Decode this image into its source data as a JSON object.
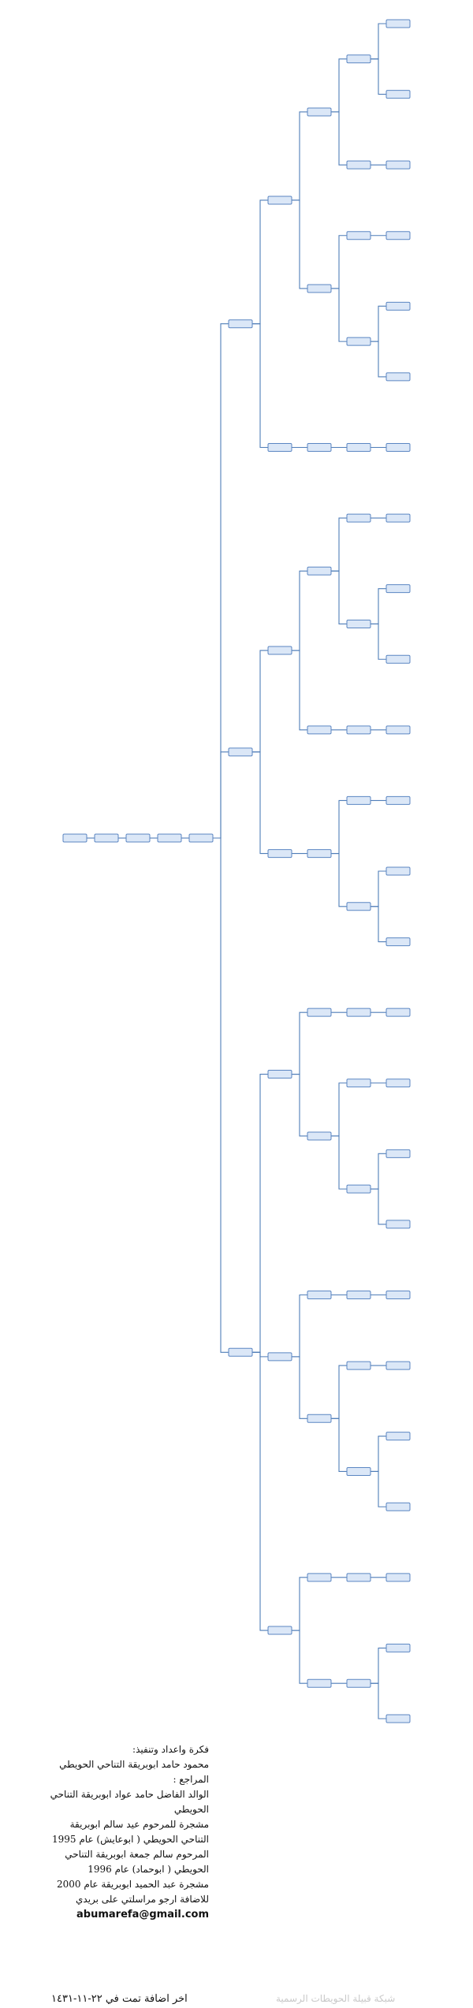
{
  "credits": {
    "heading": "فكرة واعداد وتنفيذ:",
    "author": "محمود حامد ابوبريقة التناحي الحويطي",
    "references_title": "المراجع :",
    "reference_1": "الوالد الفاضل حامد عواد ابوبريقة التناحي الحويطي",
    "reference_2": "مشجرة للمرحوم عيد سالم ابوبريقة التناحي الحويطي ( ابوعايش) عام 1995",
    "reference_3": "المرحوم سالم جمعة ابوبريقة التناحي الحويطي ( ابوحماد) عام 1996",
    "reference_4": "مشجرة عبد الحميد ابوبريقة عام 2000",
    "contact_note": "للاضافة ارجو مراسلتي على بريدي",
    "email": "abumarefa@gmail.com"
  },
  "footer_date": "اخر اضافة تمت في ٢٢-١١-١٤٣١",
  "watermark": "شبكة قبيلة الحويطات الرسمية",
  "colors": {
    "node_fill": "#dbe7f7",
    "node_stroke": "#5b86c2",
    "link": "#4f7db8"
  },
  "tree": {
    "root": "n1",
    "nodes": [
      {
        "id": "n1",
        "label": "",
        "parent": null
      },
      {
        "id": "n2",
        "label": "",
        "parent": "n1"
      },
      {
        "id": "n3",
        "label": "",
        "parent": "n2"
      },
      {
        "id": "n4",
        "label": "",
        "parent": "n3"
      },
      {
        "id": "n5",
        "label": "",
        "parent": "n4"
      },
      {
        "id": "a1",
        "label": "",
        "parent": "n5"
      },
      {
        "id": "a2",
        "label": "",
        "parent": "n5"
      },
      {
        "id": "a3",
        "label": "",
        "parent": "n5"
      },
      {
        "id": "b1",
        "label": "",
        "parent": "a1"
      },
      {
        "id": "b2",
        "label": "",
        "parent": "a1"
      },
      {
        "id": "b3",
        "label": "",
        "parent": "a2"
      },
      {
        "id": "b4",
        "label": "",
        "parent": "a2"
      },
      {
        "id": "b5",
        "label": "",
        "parent": "a3"
      },
      {
        "id": "b6",
        "label": "",
        "parent": "a3"
      },
      {
        "id": "b7",
        "label": "",
        "parent": "a3"
      },
      {
        "id": "c1",
        "label": "",
        "parent": "b1"
      },
      {
        "id": "c2",
        "label": "",
        "parent": "b1"
      },
      {
        "id": "c3",
        "label": "",
        "parent": "b2"
      },
      {
        "id": "c4",
        "label": "",
        "parent": "b3"
      },
      {
        "id": "c5",
        "label": "",
        "parent": "b3"
      },
      {
        "id": "c6",
        "label": "",
        "parent": "b4"
      },
      {
        "id": "c7",
        "label": "",
        "parent": "b5"
      },
      {
        "id": "c8",
        "label": "",
        "parent": "b5"
      },
      {
        "id": "c9",
        "label": "",
        "parent": "b6"
      },
      {
        "id": "c10",
        "label": "",
        "parent": "b6"
      },
      {
        "id": "c11",
        "label": "",
        "parent": "b7"
      },
      {
        "id": "c12",
        "label": "",
        "parent": "b7"
      },
      {
        "id": "d1",
        "label": "",
        "parent": "c1"
      },
      {
        "id": "d2",
        "label": "",
        "parent": "c1"
      },
      {
        "id": "d3",
        "label": "",
        "parent": "c2"
      },
      {
        "id": "d4",
        "label": "",
        "parent": "c2"
      },
      {
        "id": "d5",
        "label": "",
        "parent": "c3"
      },
      {
        "id": "d6",
        "label": "",
        "parent": "c4"
      },
      {
        "id": "d7",
        "label": "",
        "parent": "c4"
      },
      {
        "id": "d8",
        "label": "",
        "parent": "c5"
      },
      {
        "id": "d9",
        "label": "",
        "parent": "c6"
      },
      {
        "id": "d10",
        "label": "",
        "parent": "c6"
      },
      {
        "id": "d11",
        "label": "",
        "parent": "c7"
      },
      {
        "id": "d12",
        "label": "",
        "parent": "c8"
      },
      {
        "id": "d13",
        "label": "",
        "parent": "c8"
      },
      {
        "id": "d14",
        "label": "",
        "parent": "c9"
      },
      {
        "id": "d15",
        "label": "",
        "parent": "c10"
      },
      {
        "id": "d16",
        "label": "",
        "parent": "c10"
      },
      {
        "id": "d17",
        "label": "",
        "parent": "c11"
      },
      {
        "id": "d18",
        "label": "",
        "parent": "c12"
      },
      {
        "id": "e1",
        "label": "",
        "parent": "d1"
      },
      {
        "id": "e2",
        "label": "",
        "parent": "d1"
      },
      {
        "id": "e3",
        "label": "",
        "parent": "d2"
      },
      {
        "id": "e4",
        "label": "",
        "parent": "d3"
      },
      {
        "id": "e5",
        "label": "",
        "parent": "d4"
      },
      {
        "id": "e6",
        "label": "",
        "parent": "d4"
      },
      {
        "id": "e7",
        "label": "",
        "parent": "d5"
      },
      {
        "id": "e8",
        "label": "",
        "parent": "d6"
      },
      {
        "id": "e9",
        "label": "",
        "parent": "d7"
      },
      {
        "id": "e10",
        "label": "",
        "parent": "d7"
      },
      {
        "id": "e11",
        "label": "",
        "parent": "d8"
      },
      {
        "id": "e12",
        "label": "",
        "parent": "d9"
      },
      {
        "id": "e13",
        "label": "",
        "parent": "d10"
      },
      {
        "id": "e14",
        "label": "",
        "parent": "d10"
      },
      {
        "id": "e15",
        "label": "",
        "parent": "d11"
      },
      {
        "id": "e16",
        "label": "",
        "parent": "d12"
      },
      {
        "id": "e17",
        "label": "",
        "parent": "d13"
      },
      {
        "id": "e18",
        "label": "",
        "parent": "d13"
      },
      {
        "id": "e19",
        "label": "",
        "parent": "d14"
      },
      {
        "id": "e20",
        "label": "",
        "parent": "d15"
      },
      {
        "id": "e21",
        "label": "",
        "parent": "d16"
      },
      {
        "id": "e22",
        "label": "",
        "parent": "d16"
      },
      {
        "id": "e23",
        "label": "",
        "parent": "d17"
      },
      {
        "id": "e24",
        "label": "",
        "parent": "d18"
      },
      {
        "id": "e25",
        "label": "",
        "parent": "d18"
      }
    ]
  }
}
